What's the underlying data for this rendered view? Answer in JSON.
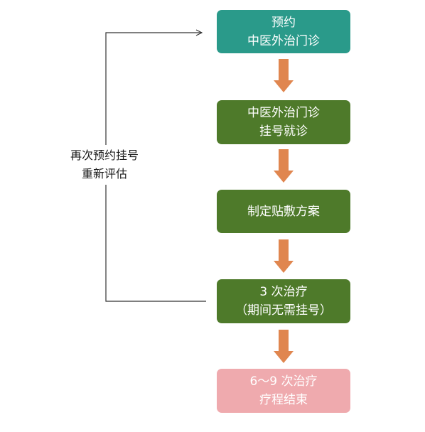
{
  "flow": {
    "step1": {
      "line1": "预约",
      "line2": "中医外治门诊"
    },
    "step2": {
      "line1": "中医外治门诊",
      "line2": "挂号就诊"
    },
    "step3": {
      "line1": "制定贴敷方案"
    },
    "step4": {
      "line1": "3 次治疗",
      "line2": "（期间无需挂号）"
    },
    "step5": {
      "line1": "6～9 次治疗",
      "line2": "疗程结束"
    }
  },
  "loop": {
    "line1": "再次预约挂号",
    "line2": "重新评估"
  },
  "colors": {
    "teal": "#2a9a8a",
    "green": "#4e7a2a",
    "pink": "#efaaae",
    "arrow": "#e0864f",
    "line": "#333333"
  }
}
